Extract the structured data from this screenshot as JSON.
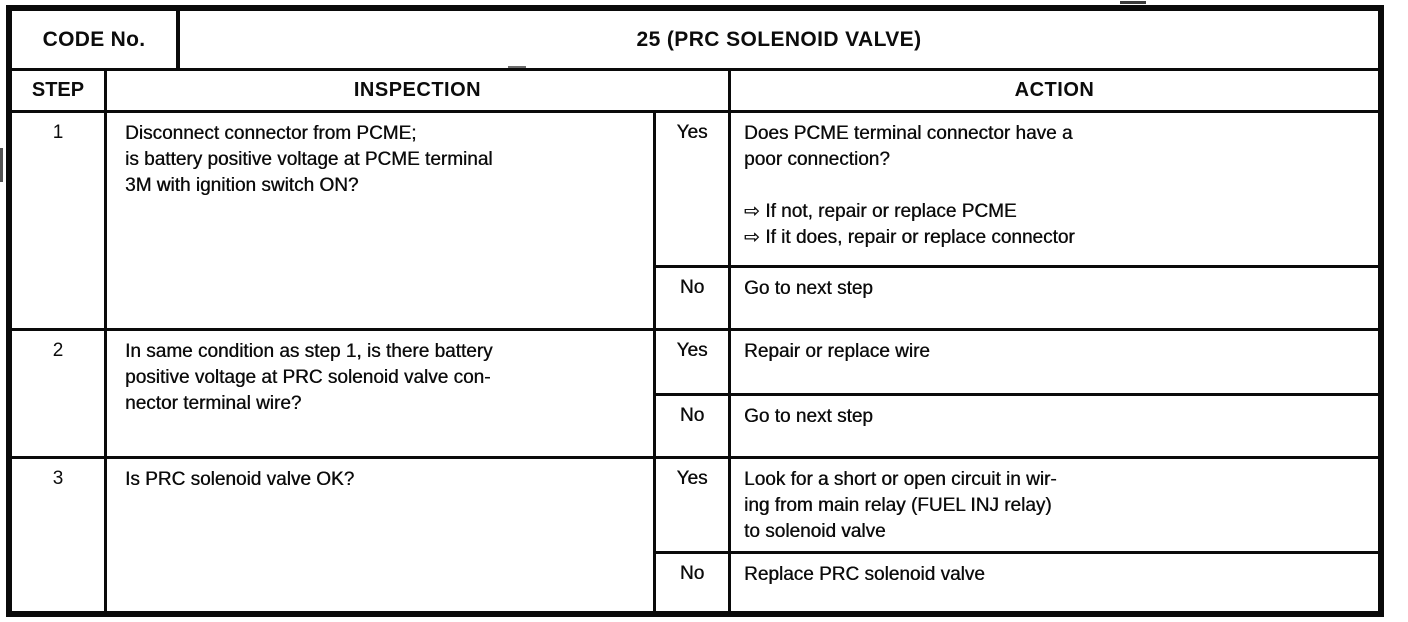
{
  "colors": {
    "ink": "#0c0c0c",
    "paper": "#ffffff"
  },
  "page": {
    "code_label": "CODE No.",
    "code_value": "25 (PRC SOLENOID VALVE)",
    "headers": {
      "step": "STEP",
      "inspection": "INSPECTION",
      "action": "ACTION"
    },
    "steps": [
      {
        "num": "1",
        "inspection": "Disconnect connector from PCME;\nis battery positive voltage at PCME terminal\n3M with ignition switch ON?",
        "yes_label": "Yes",
        "yes_action": "Does PCME terminal connector have a\npoor connection?\n\n⇨ If not, repair or replace PCME\n⇨ If it does, repair or replace connector",
        "no_label": "No",
        "no_action": "Go to next step"
      },
      {
        "num": "2",
        "inspection": "In same condition as step 1, is there battery\npositive voltage at PRC solenoid valve con-\nnector terminal wire?",
        "yes_label": "Yes",
        "yes_action": "Repair or replace wire",
        "no_label": "No",
        "no_action": "Go to next step"
      },
      {
        "num": "3",
        "inspection": "Is PRC solenoid valve OK?",
        "yes_label": "Yes",
        "yes_action": "Look for a short or open circuit in wir-\ning from main relay (FUEL INJ relay)\nto solenoid valve",
        "no_label": "No",
        "no_action": "Replace PRC solenoid valve"
      }
    ]
  }
}
